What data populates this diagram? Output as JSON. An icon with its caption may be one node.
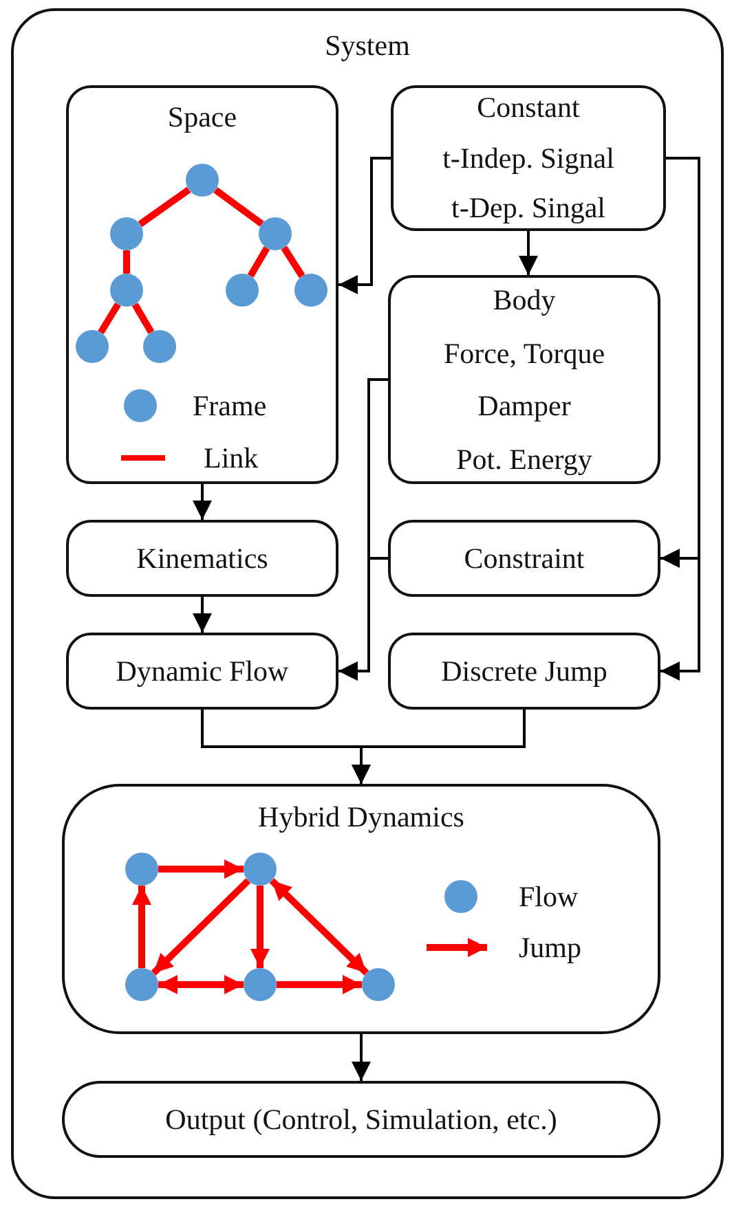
{
  "diagram": {
    "nodes": [
      {
        "text": [
          "System"
        ]
      },
      {
        "text": [
          "Space"
        ],
        "in": 0
      },
      {
        "text": [],
        "shape": "circle",
        "in": 1
      },
      {
        "text": [],
        "shape": "circle",
        "in": 1
      },
      {
        "text": [],
        "shape": "circle",
        "in": 1
      },
      {
        "text": [],
        "shape": "circle",
        "in": 1
      },
      {
        "text": [],
        "shape": "circle",
        "in": 1
      },
      {
        "text": [],
        "shape": "circle",
        "in": 1
      },
      {
        "text": [],
        "shape": "circle",
        "in": 1
      },
      {
        "text": [],
        "shape": "circle",
        "in": 1
      },
      {
        "text": [
          "Constant",
          "t-Indep. Signal",
          "t-Dep. Singal"
        ],
        "in": 0
      },
      {
        "text": [
          "Body",
          "Force, Torque",
          "Damper",
          "Pot. Energy"
        ],
        "in": 0
      },
      {
        "text": [
          "Kinematics"
        ],
        "in": 0
      },
      {
        "text": [
          "Constraint"
        ],
        "in": 0
      },
      {
        "text": [
          "Dynamic Flow"
        ],
        "in": 0
      },
      {
        "text": [
          "Discrete Jump"
        ],
        "in": 0
      },
      {
        "text": [
          "Hybrid Dynamics"
        ],
        "in": 0
      },
      {
        "text": [],
        "shape": "circle",
        "in": 16
      },
      {
        "text": [],
        "shape": "circle",
        "in": 16
      },
      {
        "text": [],
        "shape": "circle",
        "in": 16
      },
      {
        "text": [],
        "shape": "circle",
        "in": 16
      },
      {
        "text": [],
        "shape": "circle",
        "in": 16
      },
      {
        "text": [
          "Output (Control, Simulation, etc.)"
        ],
        "in": 0
      }
    ],
    "edges": [
      {
        "from": 2,
        "to": 3,
        "arrow": "none"
      },
      {
        "from": 2,
        "to": 4,
        "arrow": "none"
      },
      {
        "from": 3,
        "to": 5,
        "arrow": "none"
      },
      {
        "from": 4,
        "to": 6,
        "arrow": "none"
      },
      {
        "from": 4,
        "to": 7,
        "arrow": "none"
      },
      {
        "from": 5,
        "to": 8,
        "arrow": "none"
      },
      {
        "from": 5,
        "to": 9,
        "arrow": "none"
      },
      {
        "from": 10,
        "to": 1,
        "arrow": "to",
        "color": "#000000"
      },
      {
        "from": 10,
        "to": 11,
        "arrow": "to",
        "color": "#000000"
      },
      {
        "from": 10,
        "to": 13,
        "arrow": "to",
        "color": "#000000"
      },
      {
        "from": 10,
        "to": 15,
        "arrow": "to",
        "color": "#000000"
      },
      {
        "from": 11,
        "to": 14,
        "arrow": "to",
        "color": "#000000"
      },
      {
        "from": 13,
        "to": 14,
        "arrow": "to",
        "color": "#000000"
      },
      {
        "from": 1,
        "to": 12,
        "arrow": "to",
        "color": "#000000"
      },
      {
        "from": 12,
        "to": 14,
        "arrow": "to",
        "color": "#000000"
      },
      {
        "from": 14,
        "to": 16,
        "arrow": "to",
        "color": "#000000"
      },
      {
        "from": 15,
        "to": 16,
        "arrow": "to",
        "color": "#000000"
      },
      {
        "from": 17,
        "to": 18,
        "arrow": "to"
      },
      {
        "from": 19,
        "to": 17,
        "arrow": "to"
      },
      {
        "from": 18,
        "to": 19,
        "arrow": "to"
      },
      {
        "from": 18,
        "to": 20,
        "arrow": "to"
      },
      {
        "from": 18,
        "to": 21,
        "arrow": "both"
      },
      {
        "from": 19,
        "to": 20,
        "arrow": "both"
      },
      {
        "from": 20,
        "to": 21,
        "arrow": "to"
      },
      {
        "from": 16,
        "to": 22,
        "arrow": "to",
        "color": "#000000"
      }
    ],
    "legend": [
      {
        "text": "Frame"
      },
      {
        "text": "Link"
      },
      {
        "text": "Flow"
      },
      {
        "text": "Jump"
      }
    ]
  }
}
